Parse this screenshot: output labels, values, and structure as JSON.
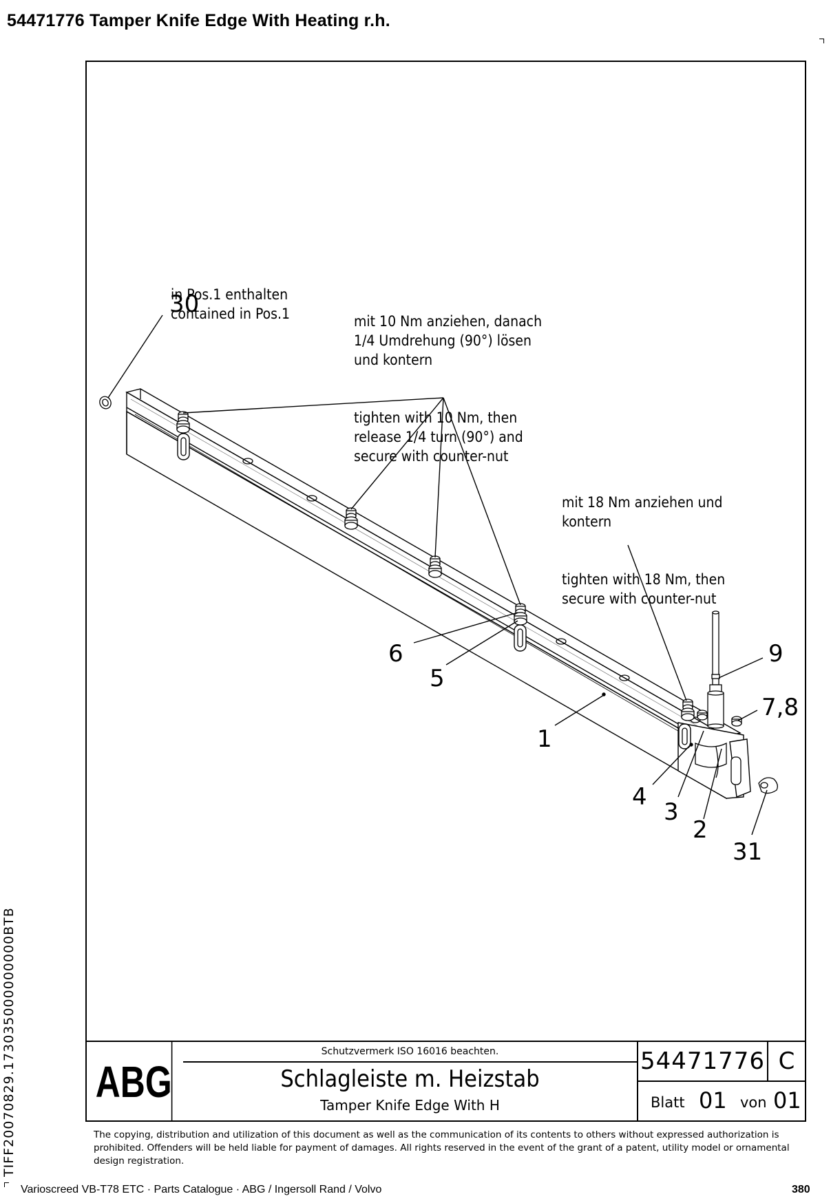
{
  "header": {
    "title": "54471776  Tamper Knife Edge With Heating r.h."
  },
  "notes": {
    "pos1": [
      "in Pos.1 enthalten",
      "contained in Pos.1"
    ],
    "torque10": [
      "mit 10 Nm anziehen, danach",
      "1/4 Umdrehung (90°) lösen",
      "und kontern",
      "tighten with 10 Nm, then",
      "release 1/4 turn (90°) and",
      "secure with counter-nut"
    ],
    "torque18": [
      "mit 18 Nm anziehen und",
      "kontern",
      "tighten with 18 Nm, then",
      "secure with counter-nut"
    ]
  },
  "callouts": {
    "c30": "30",
    "c9": "9",
    "c78": "7,8",
    "c6": "6",
    "c5": "5",
    "c1": "1",
    "c4": "4",
    "c3": "3",
    "c2": "2",
    "c31": "31"
  },
  "title_block": {
    "logo": "ABG",
    "protection": "Schutzvermerk ISO 16016 beachten.",
    "name_de": "Schlagleiste m. Heizstab",
    "name_en": "Tamper Knife Edge With H",
    "drawing_number": "54471776",
    "revision": "C",
    "sheet_label": "Blatt",
    "sheet": "01",
    "of_label": "von",
    "sheets": "01"
  },
  "copyright": "The copying, distribution and utilization of this document as well as the communication of its contents to others without expressed authorization is prohibited. Offenders will be held liable for payment of damages. All rights reserved in the event of the grant of a patent, utility model or ornamental design registration.",
  "side_code": "TIFF20070829.173035000000000BTB",
  "footer": {
    "left": "Varioscreed VB-T78 ETC  ·  Parts Catalogue  ·  ABG / Ingersoll Rand / Volvo",
    "page": "380"
  }
}
